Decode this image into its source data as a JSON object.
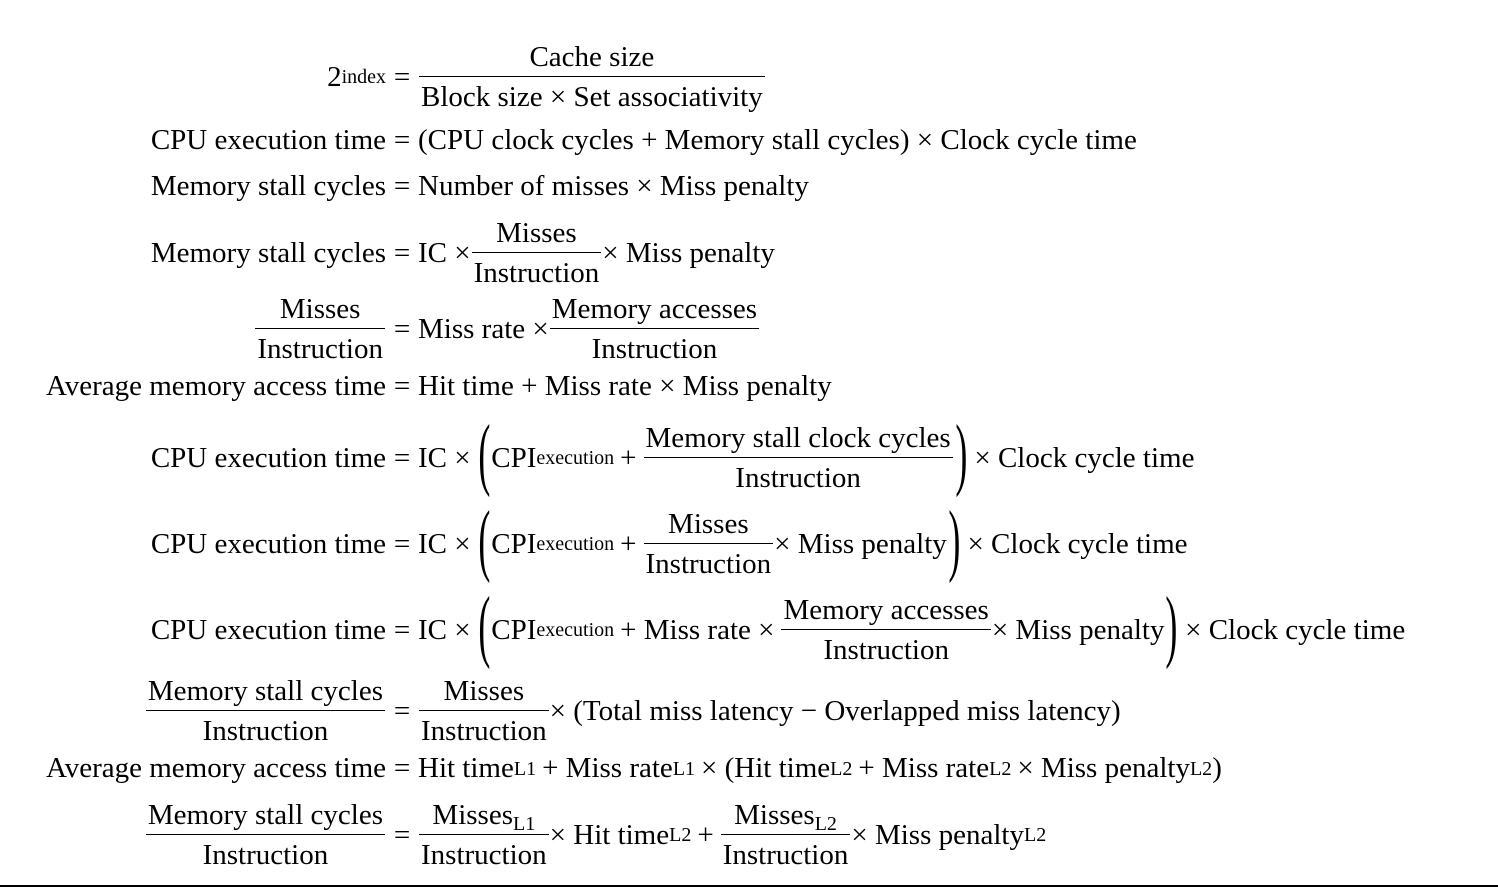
{
  "equations": {
    "e1": {
      "lhs_base": "2",
      "lhs_exp": "index",
      "rel": "=",
      "num": "Cache size",
      "den": "Block size × Set associativity"
    },
    "e2": {
      "lhs": "CPU execution time",
      "rel": "=",
      "rhs": "(CPU clock cycles + Memory stall cycles) × Clock cycle time"
    },
    "e3": {
      "lhs": "Memory stall cycles",
      "rel": "=",
      "rhs": "Number of misses × Miss penalty"
    },
    "e4": {
      "lhs": "Memory stall cycles",
      "rel": "=",
      "pre": "IC ×",
      "num": "Misses",
      "den": "Instruction",
      "post": "× Miss penalty"
    },
    "e5": {
      "lhs_num": "Misses",
      "lhs_den": "Instruction",
      "rel": "=",
      "pre": "Miss rate ×",
      "num": "Memory accesses",
      "den": "Instruction"
    },
    "e6": {
      "lhs": "Average memory access time",
      "rel": "=",
      "rhs": "Hit time + Miss rate × Miss penalty"
    },
    "e7": {
      "lhs": "CPU execution time",
      "rel": "=",
      "pre": "IC ×",
      "lparen": "(",
      "cpi": "CPI",
      "cpi_sub": "execution",
      "plus": "+",
      "num": "Memory stall clock cycles",
      "den": "Instruction",
      "rparen": ")",
      "post": "× Clock cycle time"
    },
    "e8": {
      "lhs": "CPU execution time",
      "rel": "=",
      "pre": "IC ×",
      "lparen": "(",
      "cpi": "CPI",
      "cpi_sub": "execution",
      "plus": "+",
      "num": "Misses",
      "den": "Instruction",
      "mid": "× Miss penalty",
      "rparen": ")",
      "post": "× Clock cycle time"
    },
    "e9": {
      "lhs": "CPU execution time",
      "rel": "=",
      "pre": "IC ×",
      "lparen": "(",
      "cpi": "CPI",
      "cpi_sub": "execution",
      "plus": "+ Miss rate ×",
      "num": "Memory accesses",
      "den": "Instruction",
      "mid": "× Miss penalty",
      "rparen": ")",
      "post": "× Clock cycle time"
    },
    "e10": {
      "lhs_num": "Memory stall cycles",
      "lhs_den": "Instruction",
      "rel": "=",
      "num": "Misses",
      "den": "Instruction",
      "post": "× (Total miss latency − Overlapped miss latency)"
    },
    "e11": {
      "lhs": "Average memory access time",
      "rel": "=",
      "t1": "Hit time",
      "s1": "L1",
      "t2": "+ Miss rate",
      "s2": "L1",
      "t3": "× (Hit time",
      "s3": "L2",
      "t4": "+ Miss rate",
      "s4": "L2",
      "t5": "× Miss penalty",
      "s5": "L2",
      "t6": ")"
    },
    "e12": {
      "lhs_num": "Memory stall cycles",
      "lhs_den": "Instruction",
      "rel": "=",
      "num1": "Misses",
      "num1_sub": "L1",
      "den1": "Instruction",
      "mid1": "× Hit time",
      "mid1_sub": "L2",
      "plus": "+",
      "num2": "Misses",
      "num2_sub": "L2",
      "den2": "Instruction",
      "post": "× Miss penalty",
      "post_sub": "L2"
    }
  }
}
